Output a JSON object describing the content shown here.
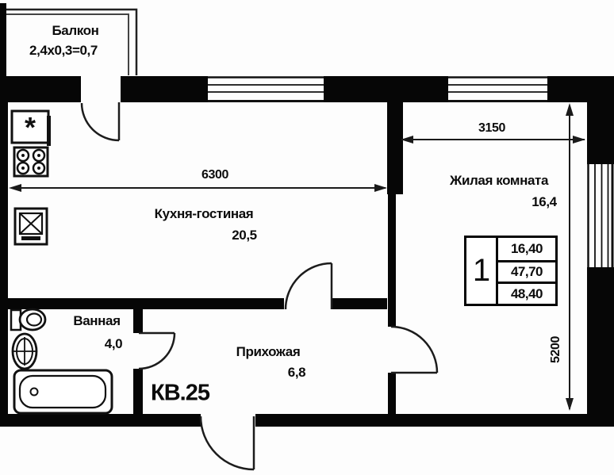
{
  "balcony": {
    "name": "Балкон",
    "dims": "2,4x0,3=0,7"
  },
  "rooms": {
    "kitchen": {
      "name": "Кухня-гостиная",
      "area": "20,5"
    },
    "living": {
      "name": "Жилая комната",
      "area": "16,4"
    },
    "bath": {
      "name": "Ванная",
      "area": "4,0"
    },
    "hall": {
      "name": "Прихожая",
      "area": "6,8"
    }
  },
  "apartment": {
    "number": "КВ.25"
  },
  "dimensions": {
    "kitchen_width_mm": "6300",
    "living_width_mm": "3150",
    "living_depth_mm": "5200"
  },
  "info_table": {
    "rooms_count": "1",
    "values": [
      "16,40",
      "47,70",
      "48,40"
    ]
  },
  "fixtures": {
    "fridge_symbol": "*"
  },
  "colors": {
    "wall": "#060606",
    "background": "#ffffff",
    "line": "#1a1a1a"
  }
}
